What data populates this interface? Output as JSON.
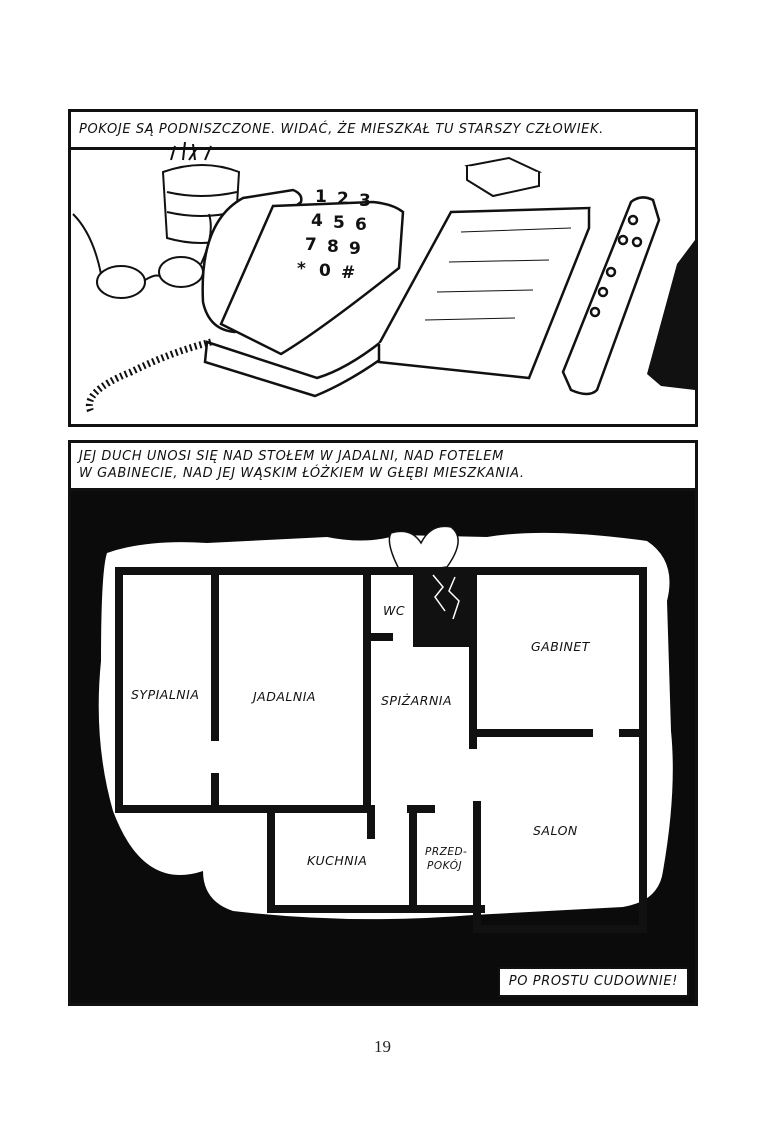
{
  "panel1": {
    "caption": "Pokoje są podniszczone. Widać, że mieszkał tu starszy człowiek.",
    "phone_keys": [
      "1",
      "2",
      "3",
      "4",
      "5",
      "6",
      "7",
      "8",
      "9",
      "*",
      "0",
      "#"
    ]
  },
  "panel2": {
    "caption_line1": "Jej duch unosi się nad stołem w jadalni, nad fotelem",
    "caption_line2": "w gabinecie, nad jej wąskim łóżkiem w głębi mieszkania.",
    "rooms": {
      "sypialnia": "SYPIALNIA",
      "jadalnia": "JADALNIA",
      "wc": "WC",
      "spizarnia": "SPIŻARNIA",
      "gabinet": "GABINET",
      "salon": "SALON",
      "kuchnia": "KUCHNIA",
      "przedpokoj_line1": "PRZED-",
      "przedpokoj_line2": "POKÓJ"
    },
    "bottom_caption": "Po prostu cudownie!"
  },
  "page_number": "19"
}
